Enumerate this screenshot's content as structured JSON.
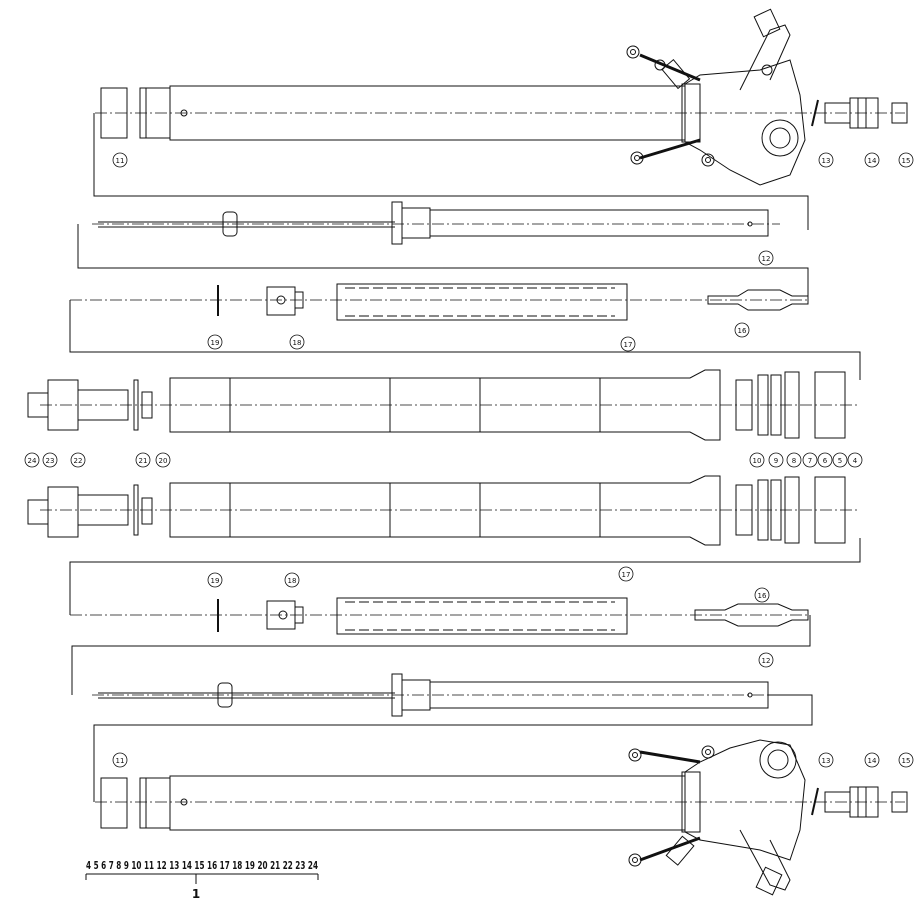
{
  "callouts": {
    "c4": "4",
    "c5": "5",
    "c6": "6",
    "c7": "7",
    "c8": "8",
    "c9": "9",
    "c10": "10",
    "c11": "11",
    "c12": "12",
    "c13": "13",
    "c14": "14",
    "c15": "15",
    "c16": "16",
    "c17": "17",
    "c18": "18",
    "c19": "19",
    "c20": "20",
    "c21": "21",
    "c22": "22",
    "c23": "23",
    "c24": "24"
  },
  "legend": {
    "numbers": "4 5 6 7 8 9 10 11 12 13 14 15 16 17 18 19 20 21 22 23 24",
    "assembly": "1"
  }
}
